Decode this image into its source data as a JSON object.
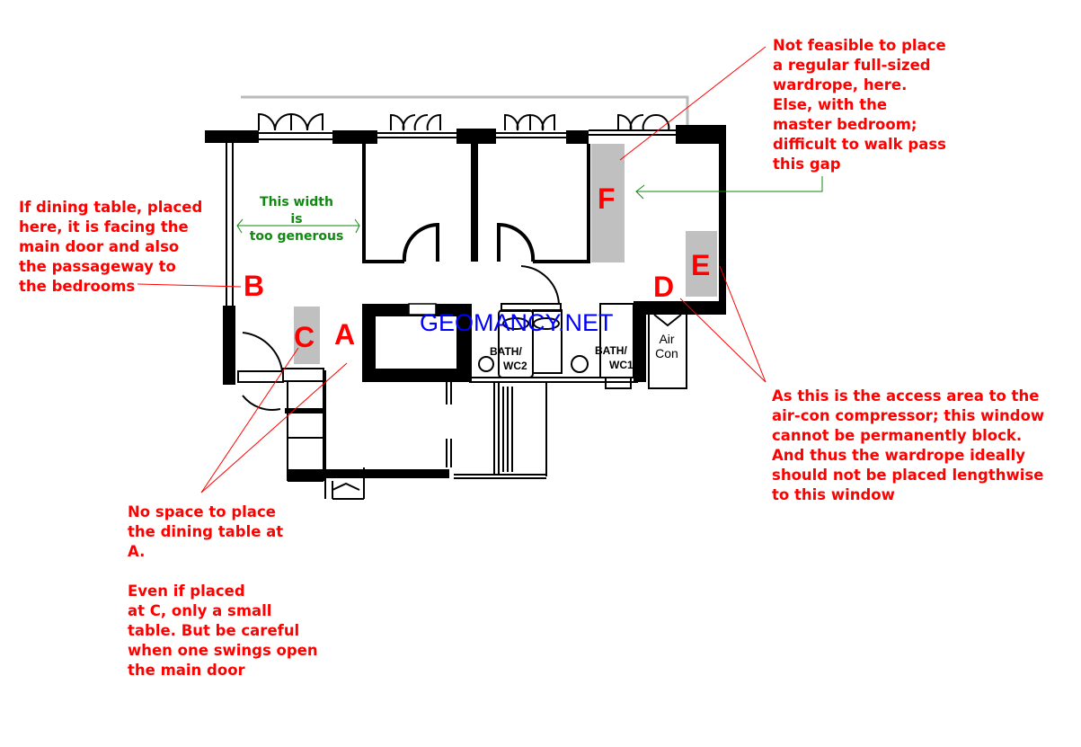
{
  "notes": {
    "top_right": [
      "Not feasible to place",
      "a regular full-sized",
      "wardrope, here.",
      "Else, with the",
      "master bedroom;",
      "difficult to walk pass",
      "this gap"
    ],
    "left": [
      "If dining table, placed",
      "here, it is facing the",
      "main door and also",
      "the passageway to",
      "the bedrooms"
    ],
    "right": [
      "As this is the access area to the",
      "air-con compressor; this window",
      "cannot be permanently block.",
      "And thus the wardrope ideally",
      "should not be placed lengthwise",
      "to this window"
    ],
    "bottom_left": [
      "No space to place",
      "the dining table at",
      "A.",
      "",
      "Even if placed",
      "at C, only a small",
      "table. But be careful",
      "when one swings open",
      "the main door"
    ]
  },
  "width_note": [
    "This width",
    "is",
    "too generous"
  ],
  "labels": {
    "a": "A",
    "b": "B",
    "c": "C",
    "d": "D",
    "e": "E",
    "f": "F"
  },
  "rooms": {
    "bath2": [
      "BATH/",
      "WC2"
    ],
    "bath1": [
      "BATH/",
      "WC1"
    ],
    "aircon": [
      "Air",
      "Con"
    ]
  },
  "watermark": "GEOMANCY.NET",
  "colors": {
    "annotation": "#ff0000",
    "note_green": "#118811",
    "watermark": "#0000ff",
    "placement": "#c0c0c0"
  }
}
